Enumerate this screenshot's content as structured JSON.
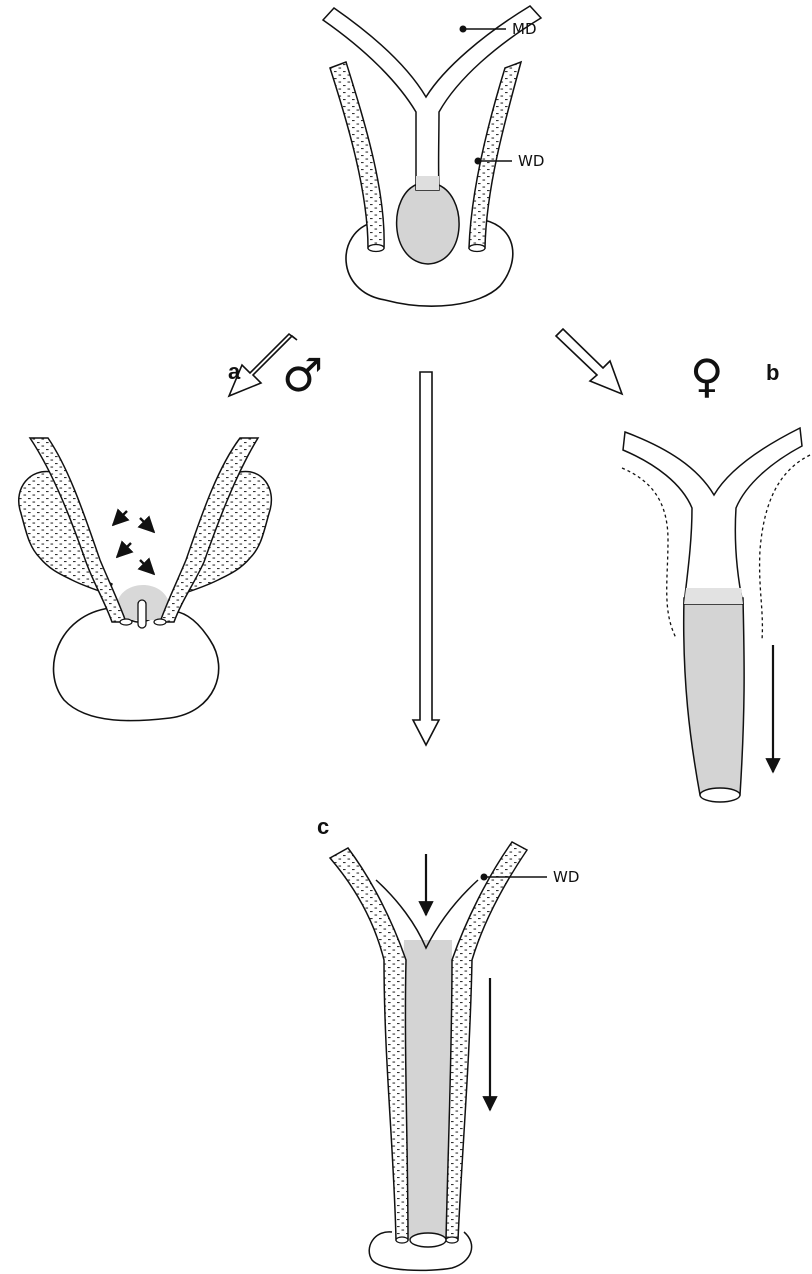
{
  "figure": {
    "labels": {
      "md": "MD",
      "wd_top": "WD",
      "wd_bottom": "WD"
    },
    "panels": {
      "a": "a",
      "b": "b",
      "c": "c"
    },
    "symbols": {
      "male": "♂",
      "female": "♀"
    }
  },
  "colors": {
    "line": "#111111",
    "shade": "#d4d4d4",
    "background": "#ffffff"
  }
}
